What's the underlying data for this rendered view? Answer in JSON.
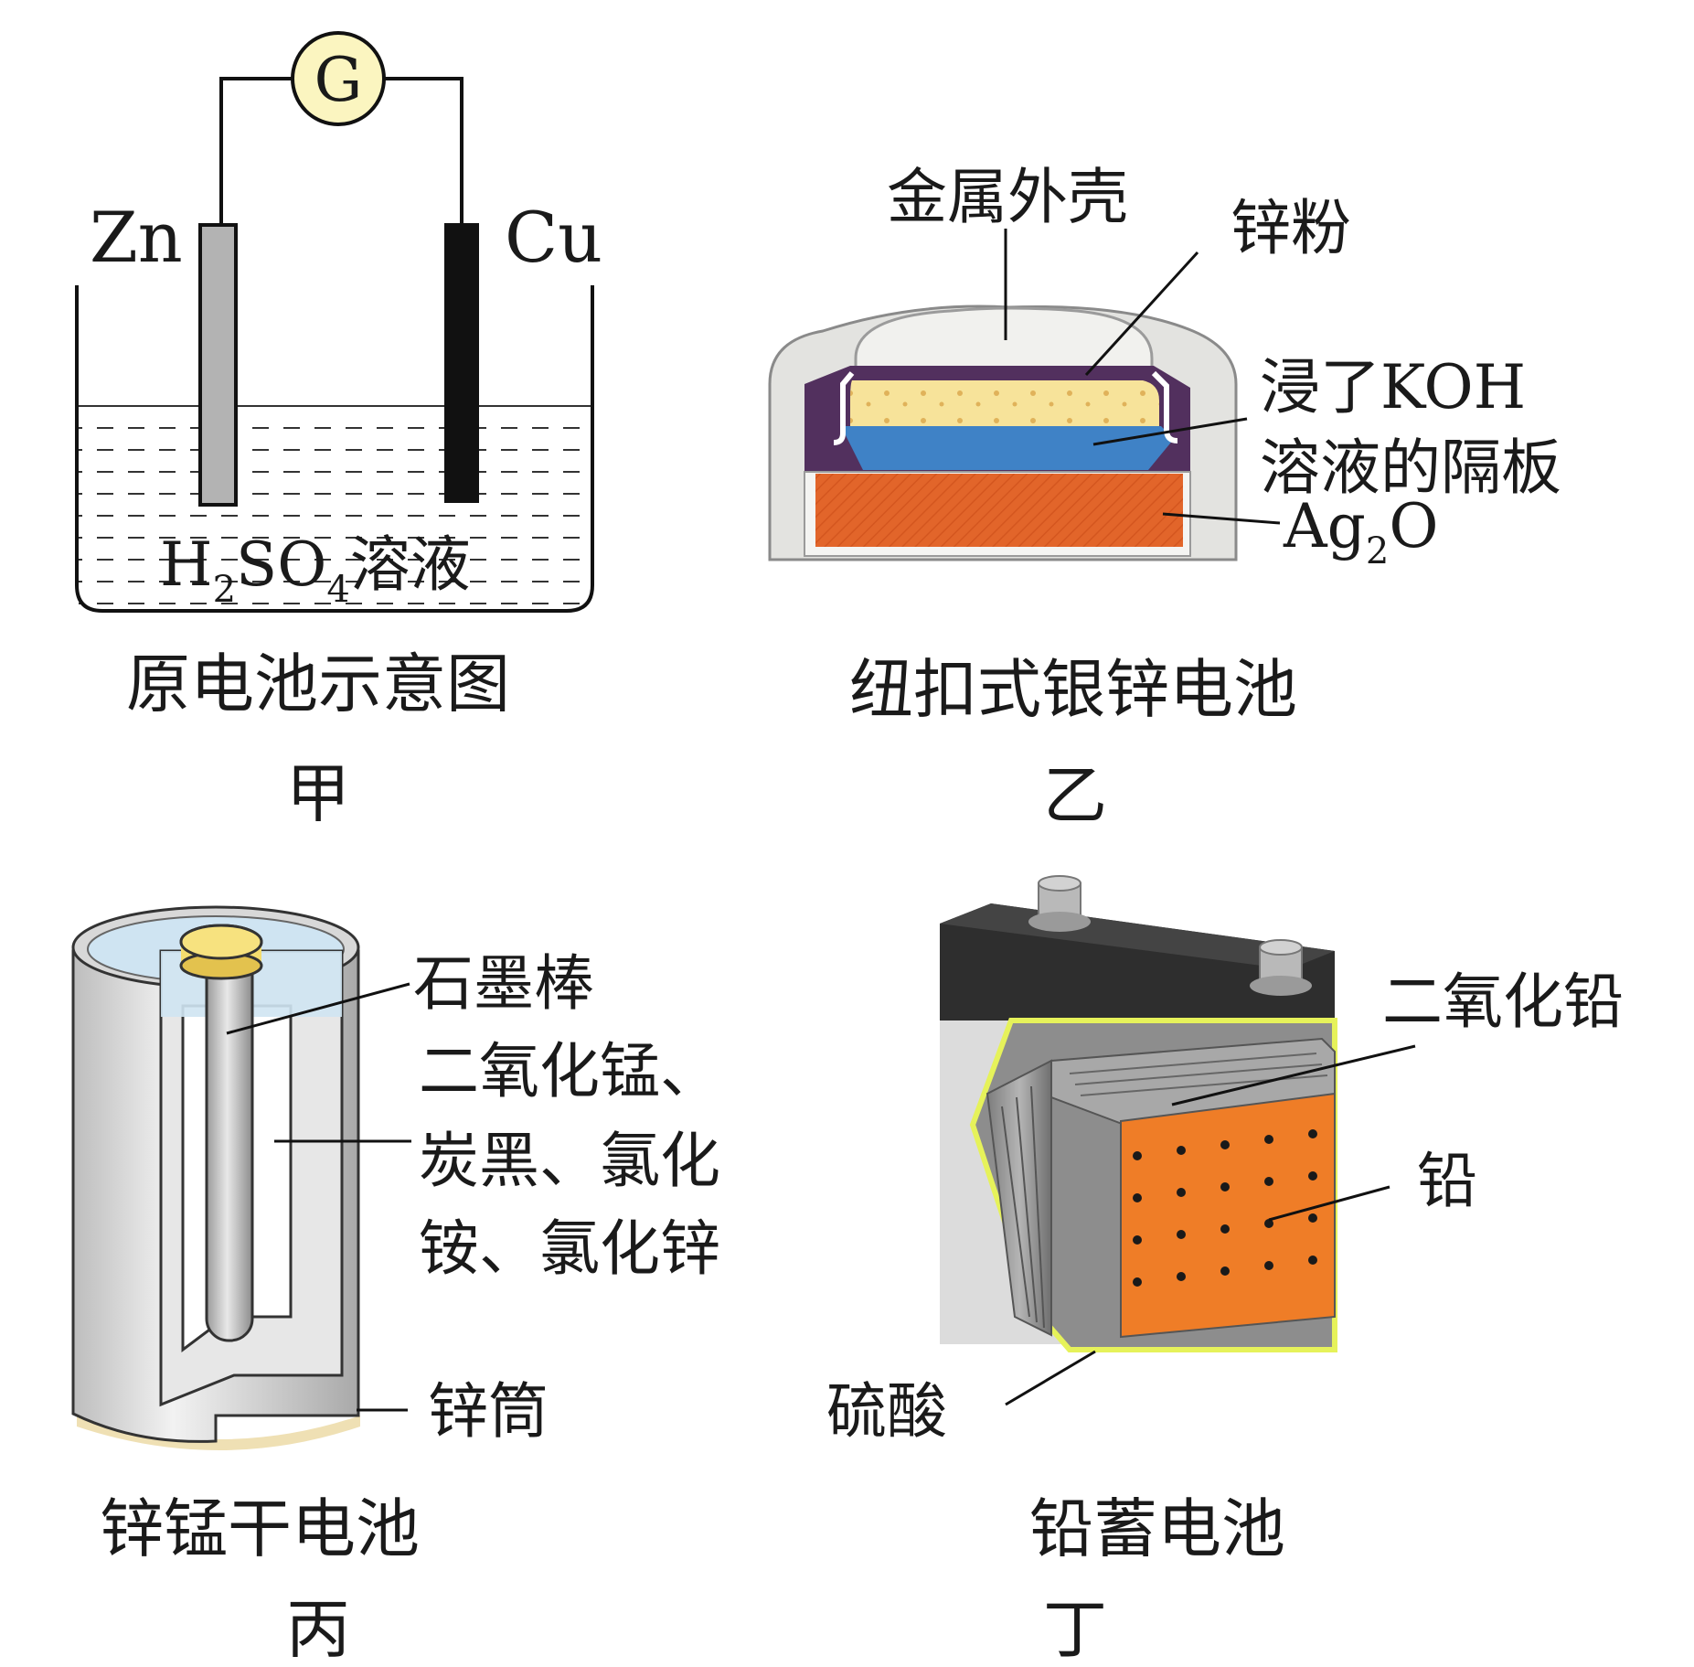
{
  "panels": {
    "jia": {
      "galvanometer": "G",
      "left_electrode": "Zn",
      "right_electrode": "Cu",
      "solution": {
        "part1": "H",
        "sub1": "2",
        "part2": "SO",
        "sub2": "4",
        "part3": "溶液"
      },
      "caption": "原电池示意图",
      "tag": "甲"
    },
    "yi": {
      "labels": {
        "shell": "金属外壳",
        "zinc_powder": "锌粉",
        "separator_line1": "浸了KOH",
        "separator_line2": "溶液的隔板",
        "oxide_main": "Ag",
        "oxide_sub": "2",
        "oxide_end": "O"
      },
      "caption": "纽扣式银锌电池",
      "tag": "乙"
    },
    "bing": {
      "labels": {
        "rod": "石墨棒",
        "paste_line1": "二氧化锰、",
        "paste_line2": "炭黑、氯化",
        "paste_line3": "铵、氯化锌",
        "can": "锌筒"
      },
      "caption": "锌锰干电池",
      "tag": "丙"
    },
    "ding": {
      "labels": {
        "pbo2": "二氧化铅",
        "pb": "铅",
        "acid": "硫酸"
      },
      "caption": "铅蓄电池",
      "tag": "丁"
    }
  },
  "colors": {
    "galvanometer_fill": "#fbf5c0",
    "zinc_electrode": "#b3b3b3",
    "copper_electrode": "#111111",
    "zinc_powder": "#f7e39a",
    "separator": "#3f82c6",
    "silver_oxide": "#e2652a",
    "button_shell": "#e3e3e0",
    "rod_cap": "#f4dc6e",
    "electrolyte_top": "#cfe4f2",
    "battery_case": "#303030",
    "lead_plate": "#ef7d27",
    "cut_edge": "#e6f25a"
  }
}
